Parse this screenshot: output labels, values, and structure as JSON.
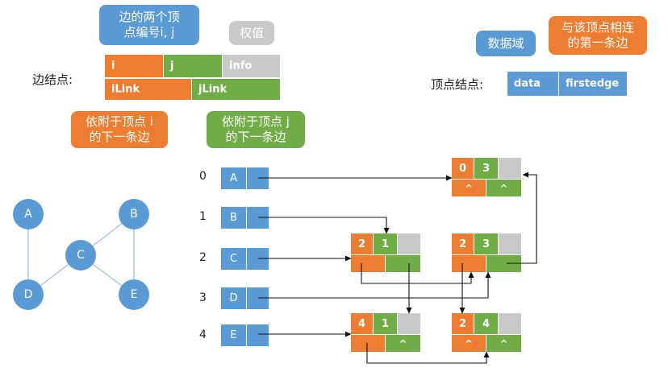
{
  "edge_node": {
    "label": "边结点:",
    "fields": {
      "i": "i",
      "j": "j",
      "info": "info",
      "ilink": "iLink",
      "jlink": "jLink"
    },
    "callouts": {
      "ij": "边的两个顶\n点编号i, j",
      "weight": "权值",
      "ilink": "依附于顶点 i\n的下一条边",
      "jlink": "依附于顶点 j\n的下一条边"
    }
  },
  "vertex_node": {
    "label": "顶点结点:",
    "fields": {
      "data": "data",
      "firstedge": "firstedge"
    },
    "callouts": {
      "data": "数据域",
      "firstedge": "与该顶点相连\n的第一条边"
    }
  },
  "graph": {
    "vertices": [
      "A",
      "B",
      "C",
      "D",
      "E"
    ],
    "edges": [
      [
        "A",
        "D"
      ],
      [
        "B",
        "C"
      ],
      [
        "B",
        "E"
      ],
      [
        "C",
        "D"
      ],
      [
        "C",
        "E"
      ]
    ]
  },
  "vertex_table": {
    "indices": [
      "0",
      "1",
      "2",
      "3",
      "4"
    ],
    "data": [
      "A",
      "B",
      "C",
      "D",
      "E"
    ]
  },
  "edge_list": [
    {
      "i": "0",
      "j": "3",
      "ilink": "^",
      "jlink": "^"
    },
    {
      "i": "2",
      "j": "1",
      "ilink": "",
      "jlink": ""
    },
    {
      "i": "2",
      "j": "3",
      "ilink": "",
      "jlink": ""
    },
    {
      "i": "4",
      "j": "1",
      "ilink": "",
      "jlink": "^"
    },
    {
      "i": "2",
      "j": "4",
      "ilink": "^",
      "jlink": "^"
    }
  ],
  "colors": {
    "orange": "#ED7D31",
    "green": "#70AD47",
    "gray": "#C9C9C9",
    "blue": "#5B9BD5"
  }
}
